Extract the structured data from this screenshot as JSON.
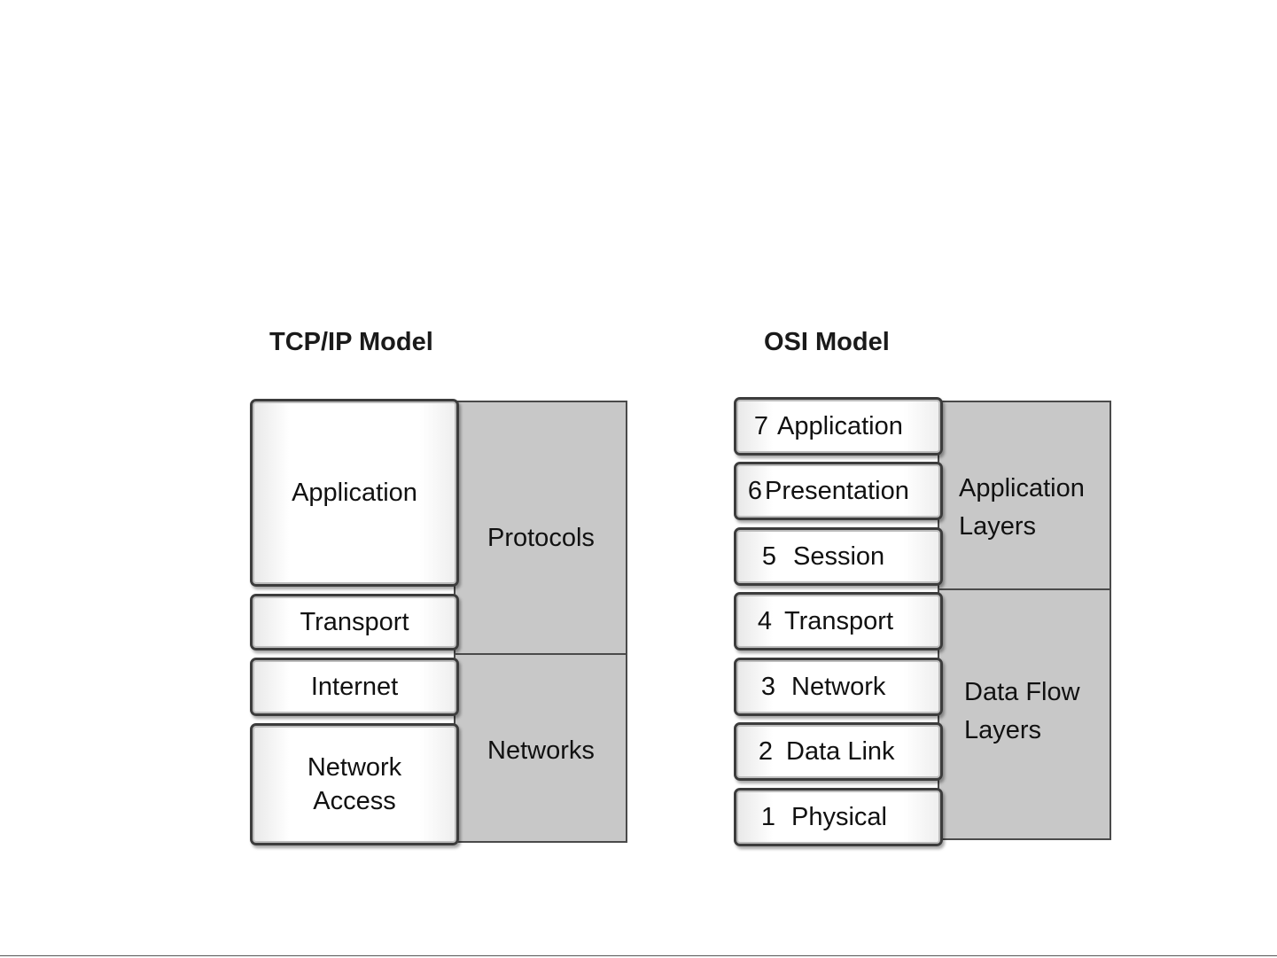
{
  "tcpip": {
    "title": "TCP/IP Model",
    "layers": [
      {
        "name": "Application"
      },
      {
        "name": "Transport"
      },
      {
        "name": "Internet"
      },
      {
        "name": "Network\nAccess"
      }
    ],
    "groups": [
      {
        "label": "Protocols"
      },
      {
        "label": "Networks"
      }
    ]
  },
  "osi": {
    "title": "OSI Model",
    "layers": [
      {
        "number": "7",
        "name": "Application"
      },
      {
        "number": "6",
        "name": "Presentation"
      },
      {
        "number": "5",
        "name": "Session"
      },
      {
        "number": "4",
        "name": "Transport"
      },
      {
        "number": "3",
        "name": "Network"
      },
      {
        "number": "2",
        "name": "Data Link"
      },
      {
        "number": "1",
        "name": "Physical"
      }
    ],
    "groups": [
      {
        "label": "Application\nLayers"
      },
      {
        "label": "Data Flow\nLayers"
      }
    ]
  },
  "colors": {
    "panel": "#c8c8c8",
    "border": "#3c3c3c",
    "box": "#ffffff"
  }
}
